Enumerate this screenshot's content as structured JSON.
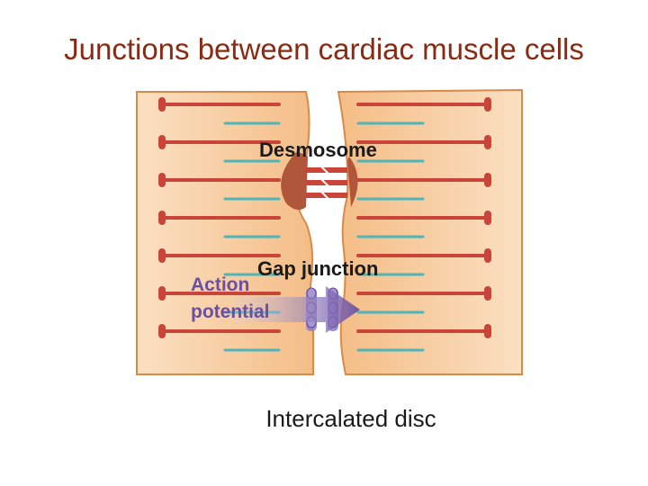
{
  "title": "Junctions between cardiac muscle cells",
  "labels": {
    "desmosome": "Desmosome",
    "gap_junction": "Gap junction",
    "action_line1": "Action",
    "action_line2": "potential",
    "caption": "Intercalated disc"
  },
  "colors": {
    "title": "#8b2a12",
    "cell_fill": "#f6c99a",
    "cell_edge": "#d98a4a",
    "thick_filament": "#c9453a",
    "thin_filament": "#4fb5b8",
    "desmosome_plaque": "#b0563a",
    "action_potential": "#6a4fa3"
  }
}
